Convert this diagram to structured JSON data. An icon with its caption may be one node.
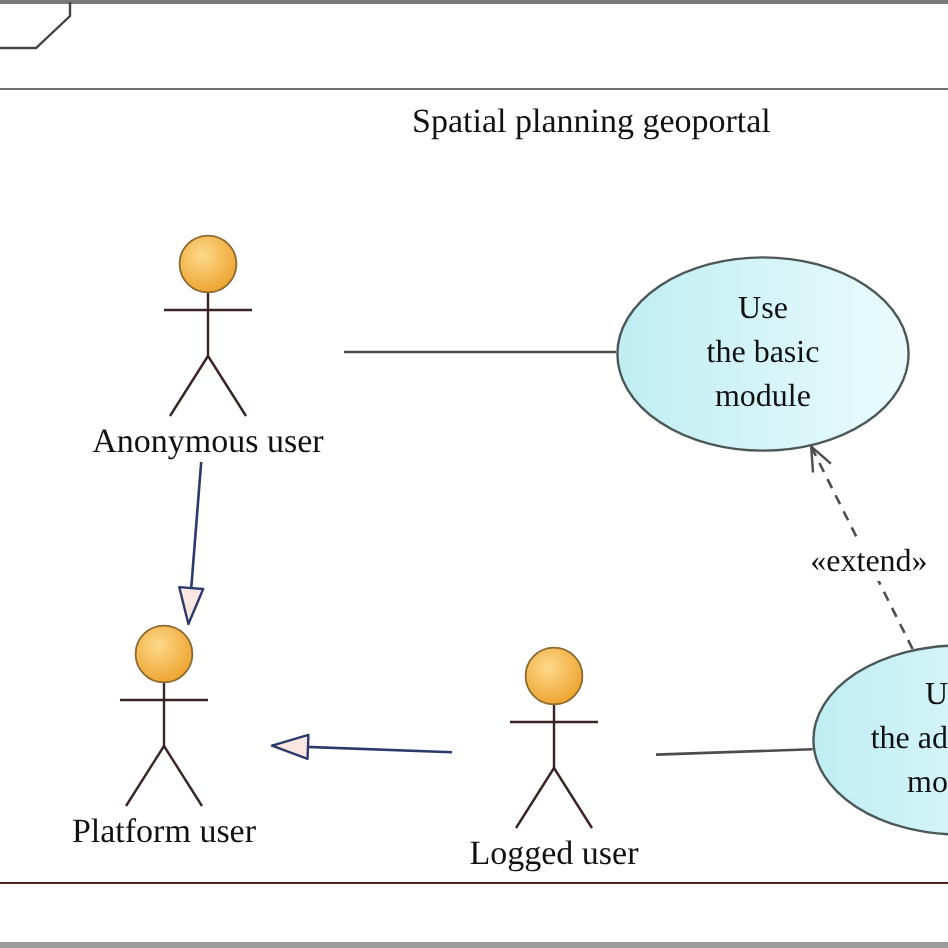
{
  "diagram": {
    "nodes": [
      {
        "text": [
          "Spatial planning geoportal"
        ]
      },
      {
        "text": [
          "Anonymous user"
        ],
        "in": 0
      },
      {
        "text": [
          "Use the basic module"
        ],
        "in": 0
      },
      {
        "text": [
          "Platform user"
        ],
        "in": 0
      },
      {
        "text": [
          "Logged user"
        ],
        "in": 0
      },
      {
        "text": [
          "U the ad mo"
        ]
      }
    ],
    "edges": [
      {
        "from": 1,
        "to": 2,
        "arrow": "none"
      },
      {
        "from": 1,
        "to": 3,
        "arrow": "to",
        "color": "#2b3a6b"
      },
      {
        "from": 4,
        "to": 3,
        "arrow": "to",
        "color": "#2b3a6b"
      },
      {
        "from": 4,
        "to": 5,
        "arrow": "none"
      },
      {
        "from": 5,
        "to": 2,
        "arrow": "to",
        "label": "«extend»",
        "style": "dashed"
      }
    ]
  }
}
